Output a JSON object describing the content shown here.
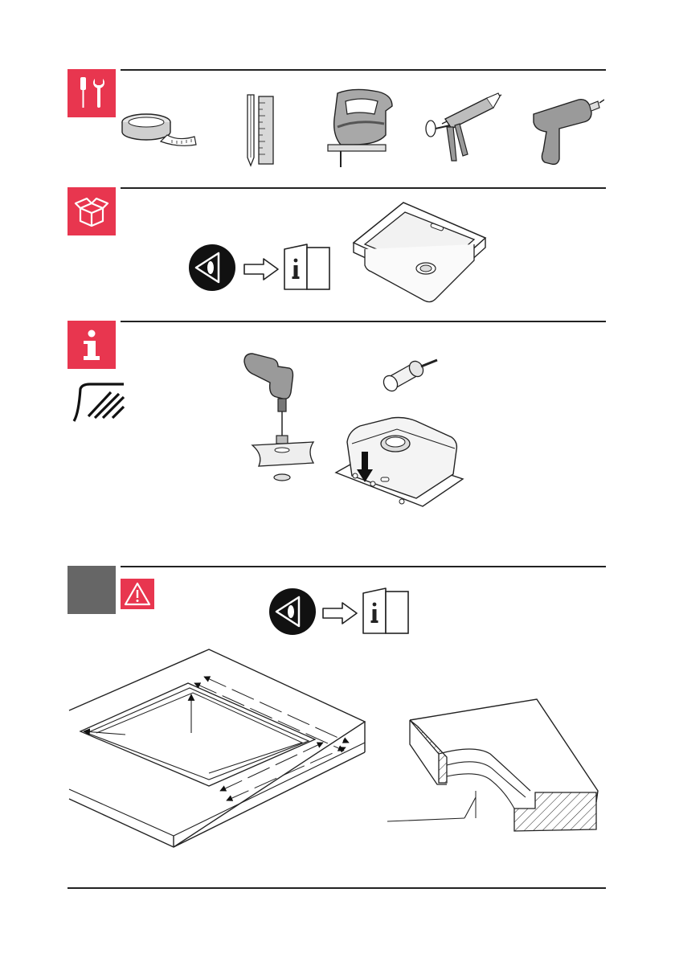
{
  "page": {
    "background": "#ffffff",
    "accent_color": "#e8364f",
    "step_badge_color": "#666666",
    "line_color": "#222222"
  },
  "sections": [
    {
      "id": "tools",
      "badge_icon": "tools-icon",
      "items": [
        "measuring-tape-icon",
        "pencil-ruler-icon",
        "jigsaw-icon",
        "caulking-gun-icon",
        "power-drill-icon"
      ]
    },
    {
      "id": "package-contents",
      "badge_icon": "box-icon",
      "items": [
        "eye-icon",
        "arrow-right-icon",
        "info-leaflet-icon",
        "sink-icon"
      ]
    },
    {
      "id": "information",
      "badge_icon": "info-icon",
      "side_icon": "surface-material-icon",
      "items": [
        "drill-with-holesaw-icon",
        "hole-saw-bit-icon",
        "sink-underside-drilling-icon"
      ]
    },
    {
      "id": "step",
      "badge_icon": "step-badge",
      "warning_icon": "warning-icon",
      "items": [
        "eye-icon",
        "arrow-right-icon",
        "info-leaflet-icon",
        "countertop-cutout-diagram",
        "countertop-edge-profile-diagram"
      ]
    }
  ]
}
